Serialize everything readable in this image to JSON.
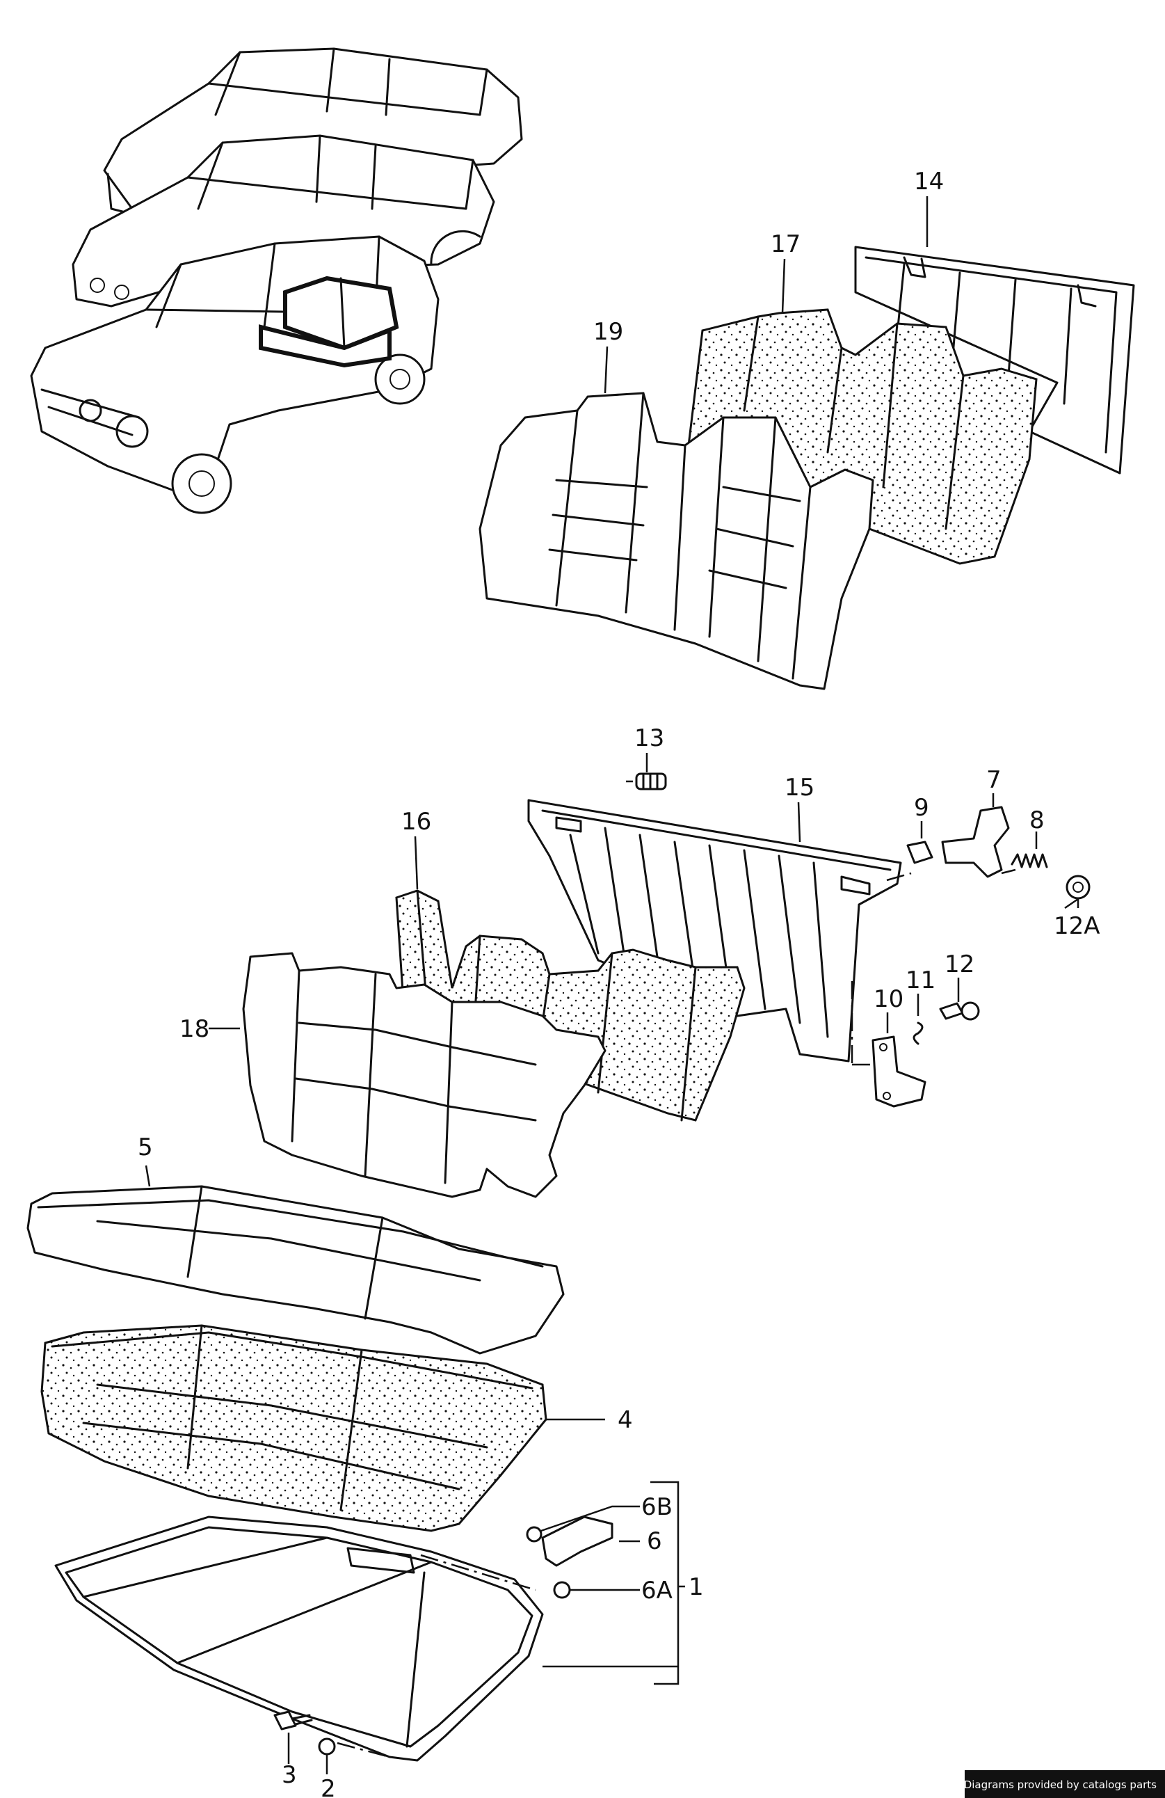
{
  "diagram": {
    "callouts": [
      {
        "id": "1",
        "label": "1"
      },
      {
        "id": "2",
        "label": "2"
      },
      {
        "id": "3",
        "label": "3"
      },
      {
        "id": "4",
        "label": "4"
      },
      {
        "id": "5",
        "label": "5"
      },
      {
        "id": "6",
        "label": "6"
      },
      {
        "id": "6A",
        "label": "6A"
      },
      {
        "id": "6B",
        "label": "6B"
      },
      {
        "id": "7",
        "label": "7"
      },
      {
        "id": "8",
        "label": "8"
      },
      {
        "id": "9",
        "label": "9"
      },
      {
        "id": "10",
        "label": "10"
      },
      {
        "id": "11",
        "label": "11"
      },
      {
        "id": "12",
        "label": "12"
      },
      {
        "id": "12A",
        "label": "12A"
      },
      {
        "id": "13",
        "label": "13"
      },
      {
        "id": "14",
        "label": "14"
      },
      {
        "id": "15",
        "label": "15"
      },
      {
        "id": "16",
        "label": "16"
      },
      {
        "id": "17",
        "label": "17"
      },
      {
        "id": "18",
        "label": "18"
      },
      {
        "id": "19",
        "label": "19"
      }
    ]
  },
  "footer": {
    "credit": "Diagrams provided by catalogs parts"
  }
}
